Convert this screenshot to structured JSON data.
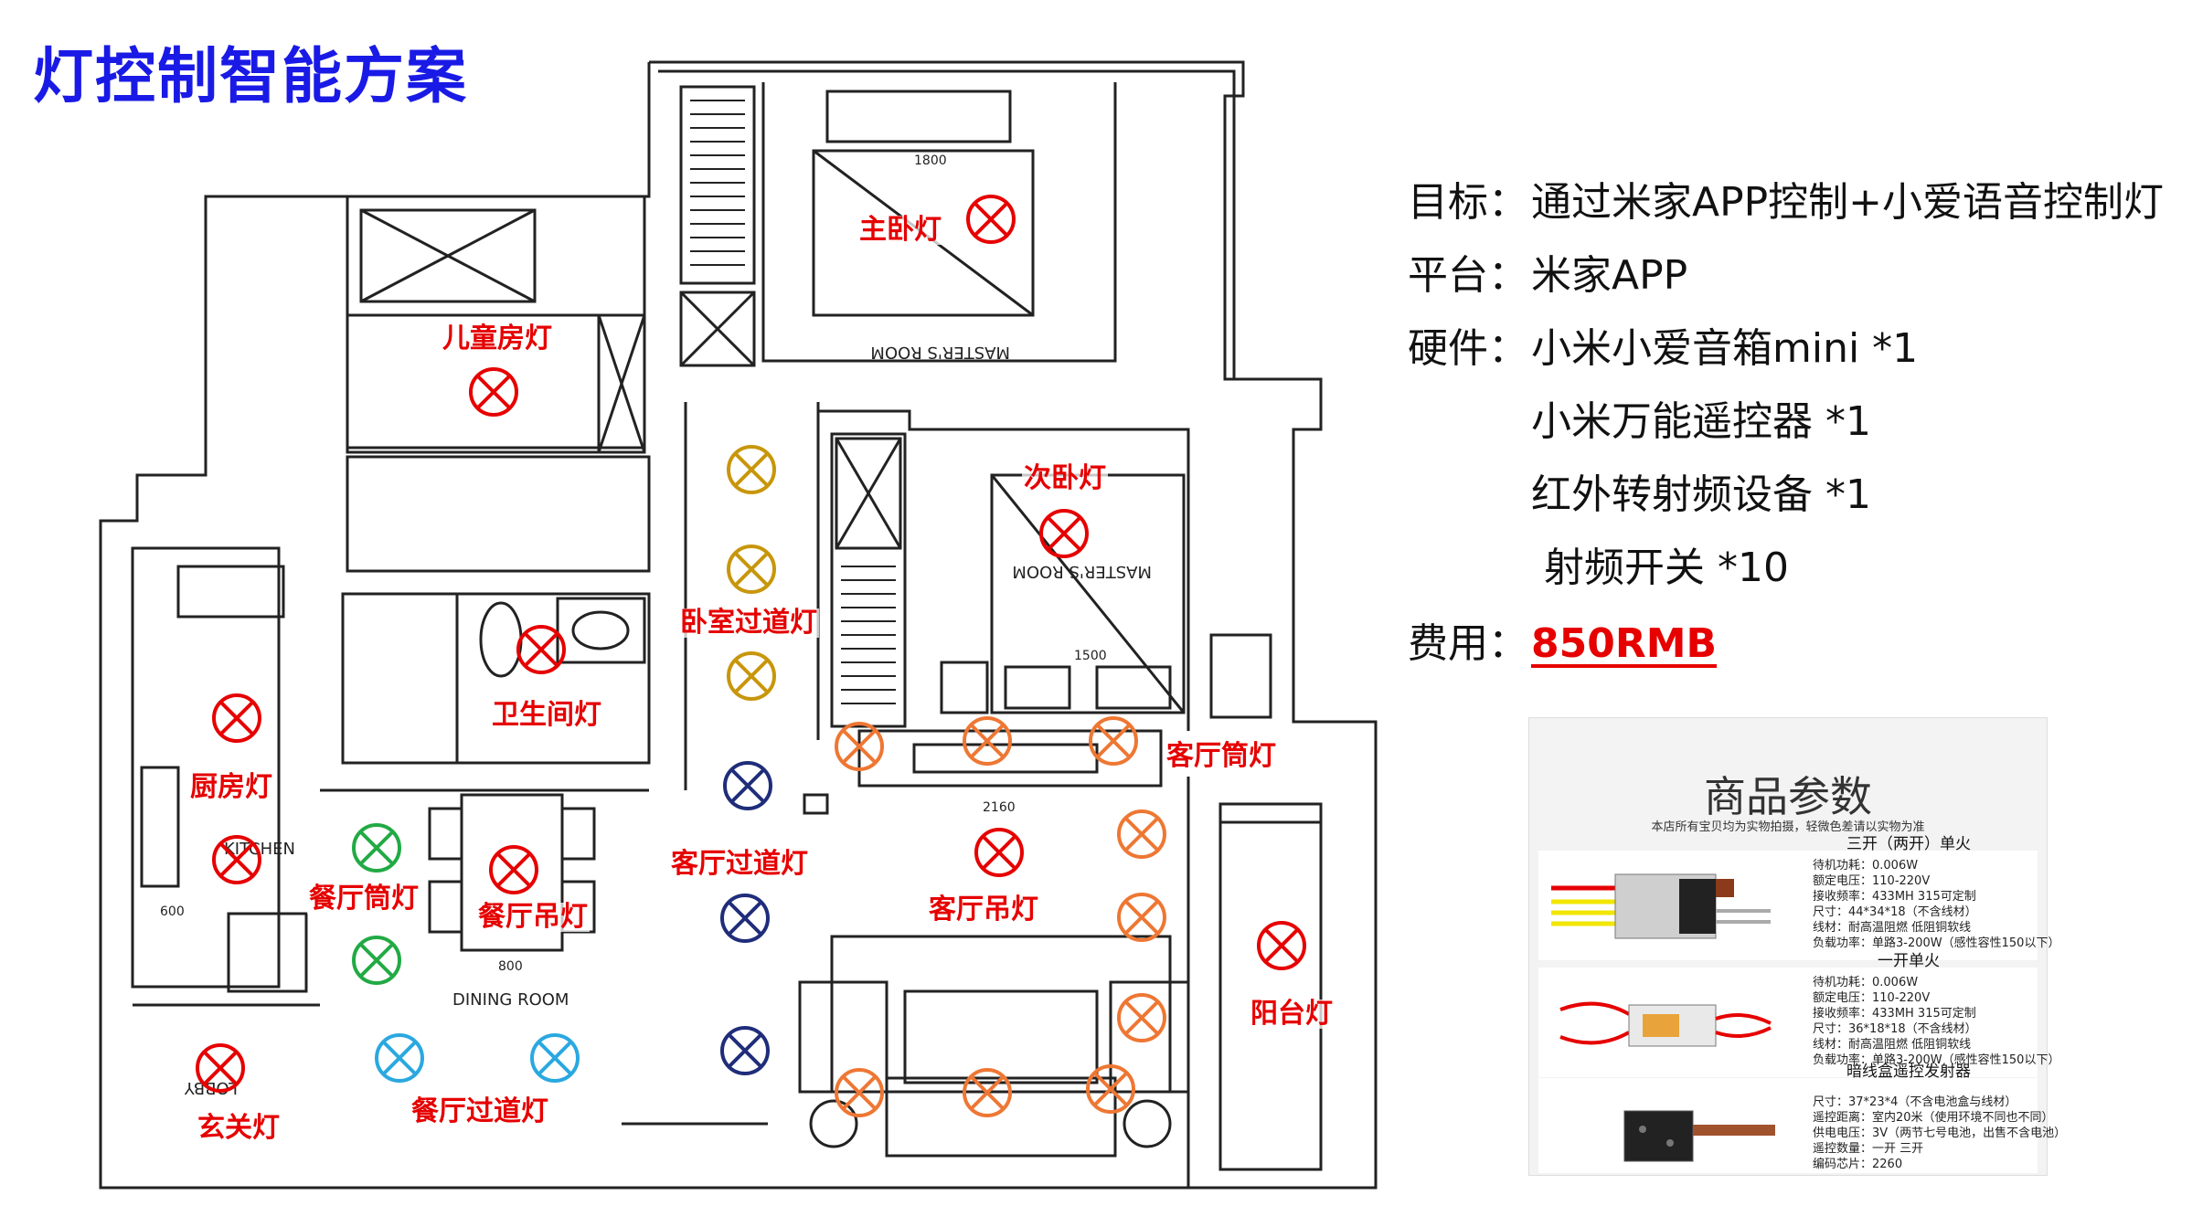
{
  "title": "灯控制智能方案",
  "colors": {
    "title": "#1a1ae6",
    "label": "#e60000",
    "red_lamp": "#e60000",
    "yellow_lamp": "#c8960a",
    "navy_lamp": "#1f2d7a",
    "green_lamp": "#22aa44",
    "cyan_lamp": "#2aa8e0",
    "orange_lamp": "#ee7733"
  },
  "lamp_labels": {
    "master": "主卧灯",
    "kids": "儿童房灯",
    "second": "次卧灯",
    "corridor": "卧室过道灯",
    "bath": "卫生间灯",
    "kitchen": "厨房灯",
    "living_spot": "客厅筒灯",
    "living_hall": "客厅过道灯",
    "living_pendant": "客厅吊灯",
    "dining_spot": "餐厅筒灯",
    "dining_pendant": "餐厅吊灯",
    "balcony": "阳台灯",
    "entry": "玄关灯",
    "dining_hall": "餐厅过道灯"
  },
  "plan_text": {
    "masters_room": "MASTER'S ROOM",
    "masters_room2": "MASTER'S ROOM",
    "kitchen": "KITCHEN",
    "dining_room": "DINING ROOM",
    "lobby": "LOBBY",
    "dim_1800": "1800",
    "dim_1500": "1500",
    "dim_2160": "2160",
    "dim_800": "800",
    "dim_600": "600"
  },
  "info": {
    "goal_key": "目标：",
    "goal": "通过米家APP控制+小爱语音控制灯",
    "platform_key": "平台：",
    "platform": "米家APP",
    "hardware_key": "硬件：",
    "hw1": "小米小爱音箱mini *1",
    "hw2": "小米万能遥控器 *1",
    "hw3": "红外转射频设备 *1",
    "hw4": " 射频开关 *10",
    "cost_key": "费用：",
    "cost": "850RMB"
  },
  "spec": {
    "title": "商品参数",
    "subtitle": "本店所有宝贝均为实物拍摄，轻微色差请以实物为准",
    "p1": {
      "name": "三开（两开）单火",
      "l1": "待机功耗：0.006W",
      "l2": "额定电压：110-220V",
      "l3": "接收频率：433MH 315可定制",
      "l4": "尺寸：44*34*18（不含线材）",
      "l5": "线材：耐高温阻燃 低阻铜软线",
      "l6": "负载功率：单路3-200W（感性容性150以下）"
    },
    "p2": {
      "name": "一开单火",
      "l1": "待机功耗：0.006W",
      "l2": "额定电压：110-220V",
      "l3": "接收频率：433MH 315可定制",
      "l4": "尺寸：36*18*18（不含线材）",
      "l5": "线材：耐高温阻燃 低阻铜软线",
      "l6": "负载功率：单路3-200W（感性容性150以下）"
    },
    "p3": {
      "name": "暗线盒遥控发射器",
      "l1": "尺寸：37*23*4（不含电池盒与线材）",
      "l2": "遥控距离：室内20米（使用环境不同也不同）",
      "l3": "供电电压：3V（两节七号电池，出售不含电池）",
      "l4": "遥控数量：一开  三开",
      "l5": "编码芯片：2260"
    }
  }
}
